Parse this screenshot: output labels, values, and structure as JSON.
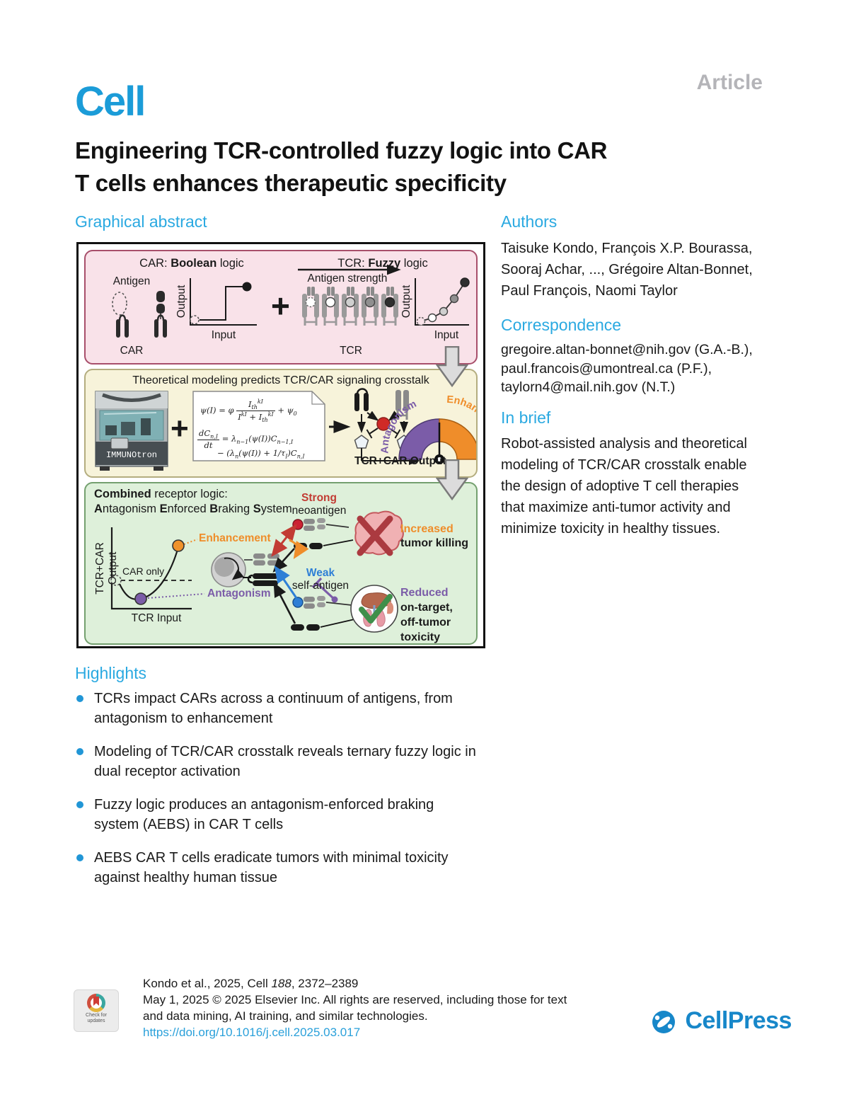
{
  "colors": {
    "cell_blue": "#1b9cd8",
    "section_heading_blue": "#2aa9e1",
    "article_gray": "#b4b4b8",
    "link_blue": "#2aa0da",
    "cellpress_blue": "#1787c9",
    "panel_pink_bg": "#f9e2e9",
    "panel_pink_border": "#a84f6b",
    "panel_yellow_bg": "#f7f3da",
    "panel_yellow_border": "#b4ad7f",
    "panel_green_bg": "#def0da",
    "panel_green_border": "#74a06f",
    "antagonism_purple": "#7b5ca8",
    "enhancement_orange": "#ef8d2a",
    "strong_red": "#c23b33",
    "weak_blue": "#2e7fd6",
    "bullet_blue": "#2196d6"
  },
  "header": {
    "journal_logo": "Cell",
    "article_badge": "Article"
  },
  "title": {
    "line1": "Engineering TCR-controlled fuzzy logic into CAR",
    "line2": "T cells enhances therapeutic specificity"
  },
  "graphical_abstract": {
    "heading": "Graphical abstract",
    "panel_receptors": {
      "car_title_pre": "CAR: ",
      "car_title_bold": "Boolean",
      "car_title_post": " logic",
      "tcr_title_pre": "TCR: ",
      "tcr_title_bold": "Fuzzy",
      "tcr_title_post": " logic",
      "antigen_label": "Antigen",
      "car_label": "CAR",
      "plus": "+",
      "antigen_strength_label": "Antigen strength",
      "tcr_label": "TCR",
      "car_plot": {
        "y": "Output",
        "x": "Input"
      },
      "tcr_plot": {
        "y": "Output",
        "x": "Input"
      }
    },
    "panel_modeling": {
      "title": "Theoretical modeling predicts TCR/CAR signaling crosstalk",
      "machine_label": "IMMUNOtron",
      "plus": "+",
      "equations": {
        "e1_lhs": "ψ(I) = φ",
        "e1_num_base": "I",
        "e1_num_sub": "th",
        "e1_num_sup": "kI",
        "e1_den_b1": "I",
        "e1_den_sup1": "kI",
        "e1_den_mid": " + I",
        "e1_den_sub2": "th",
        "e1_den_sup2": "kI",
        "e1_rhs": "+ ψ",
        "e1_rhs_sub": "0",
        "e2_num": "dC",
        "e2_num_sub": "n,I",
        "e2_den": "dt",
        "e2_rhs": "= λ",
        "e2_rhs_sub": "n−1",
        "e2_mid": "(ψ(I))C",
        "e2_mid_sub": "n−1,I",
        "e3_a": "− (λ",
        "e3_a_sub": "n",
        "e3_b": "(ψ(I)) + 1/τ",
        "e3_b_sub": "I",
        "e3_c": ")C",
        "e3_c_sub": "n,I"
      },
      "gauge": {
        "left": "Antagonism",
        "right": "Enhancement"
      },
      "output_label": "TCR+CAR Output"
    },
    "panel_combined": {
      "title_bold": "Combined",
      "title_post": " receptor logic:",
      "sub_b1": "A",
      "sub_t1": "ntagonism ",
      "sub_b2": "E",
      "sub_t2": "nforced ",
      "sub_b3": "B",
      "sub_t3": "raking ",
      "sub_b4": "S",
      "sub_t4": "ystem",
      "plot": {
        "y_line1": "TCR+CAR",
        "y_line2": "Output",
        "x": "TCR Input",
        "car_only": "CAR only"
      },
      "enhancement_label": "Enhancement",
      "antagonism_label": "Antagonism",
      "strong": "Strong",
      "neoantigen": "neoantigen",
      "weak": "Weak",
      "self_antigen": "self-antigen",
      "increased": "Increased",
      "tumor_killing": "tumor killing",
      "reduced": "Reduced",
      "reduced_line2": "on-target,",
      "reduced_line3": "off-tumor",
      "reduced_line4": "toxicity"
    }
  },
  "authors_section": {
    "heading": "Authors",
    "lines": [
      "Taisuke Kondo, François X.P. Bourassa,",
      "Sooraj Achar, ..., Grégoire Altan-Bonnet,",
      "Paul François, Naomi Taylor"
    ]
  },
  "correspondence": {
    "heading": "Correspondence",
    "lines": [
      "gregoire.altan-bonnet@nih.gov (G.A.-B.),",
      "paul.francois@umontreal.ca (P.F.),",
      "taylorn4@mail.nih.gov (N.T.)"
    ]
  },
  "in_brief": {
    "heading": "In brief",
    "lines": [
      "Robot-assisted analysis and theoretical",
      "modeling of TCR/CAR crosstalk enable",
      "the design of adoptive T cell therapies",
      "that maximize anti-tumor activity and",
      "minimize toxicity in healthy tissues."
    ]
  },
  "highlights": {
    "heading": "Highlights",
    "items": [
      [
        "TCRs impact CARs across a continuum of antigens, from",
        "antagonism to enhancement"
      ],
      [
        "Modeling of TCR/CAR crosstalk reveals ternary fuzzy logic in",
        "dual receptor activation"
      ],
      [
        "Fuzzy logic produces an antagonism-enforced braking",
        "system (AEBS) in CAR T cells"
      ],
      [
        "AEBS CAR T cells eradicate tumors with minimal toxicity",
        "against healthy human tissue"
      ]
    ]
  },
  "footer": {
    "badge_line1": "Check for",
    "badge_line2": "updates",
    "citation_pre": "Kondo et al., 2025, Cell ",
    "citation_volume": "188",
    "citation_post": ", 2372–2389",
    "copyright_line1": "May 1, 2025 © 2025 Elsevier Inc. All rights are reserved, including those for text",
    "copyright_line2": "and data mining, AI training, and similar technologies.",
    "doi": "https://doi.org/10.1016/j.cell.2025.03.017",
    "publisher": "CellPress"
  }
}
